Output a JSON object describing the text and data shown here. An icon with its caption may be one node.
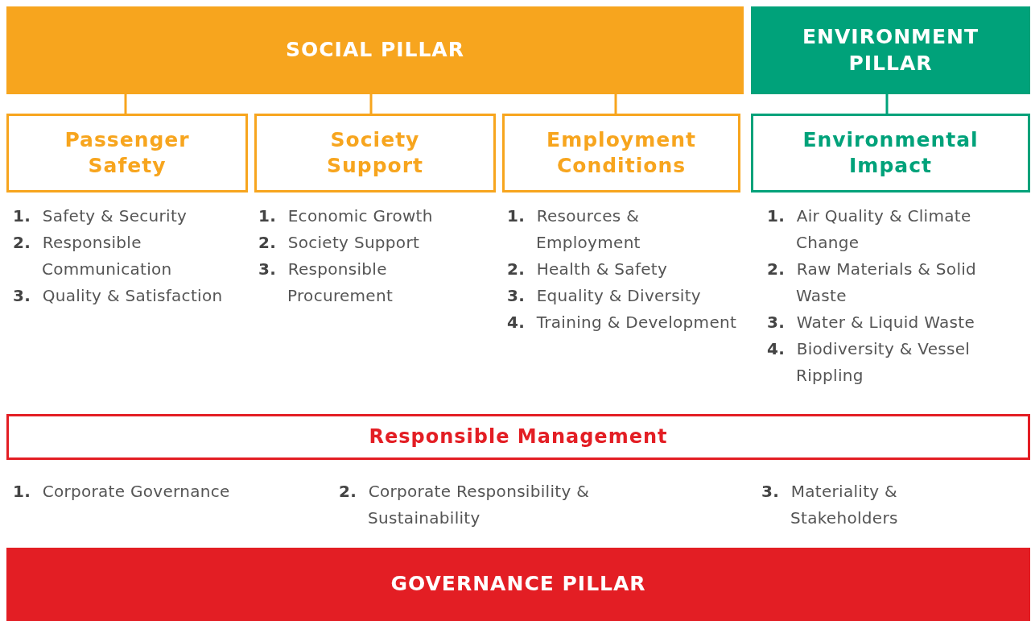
{
  "diagram": {
    "nodes": [
      {
        "text": [
          "SOCIAL PILLAR"
        ]
      },
      {
        "text": [
          "ENVIRONMENT PILLAR"
        ]
      },
      {
        "text": [
          "Passenger Safety"
        ]
      },
      {
        "text": [
          "Society Support"
        ]
      },
      {
        "text": [
          "Employment Conditions"
        ]
      },
      {
        "text": [
          "Environmental Impact"
        ]
      },
      {
        "text": [
          "Responsible Management"
        ]
      },
      {
        "text": [
          "GOVERNANCE PILLAR"
        ]
      }
    ],
    "edges": [
      {
        "from": 0,
        "to": 2,
        "arrow": "none"
      },
      {
        "from": 0,
        "to": 3,
        "arrow": "none"
      },
      {
        "from": 0,
        "to": 4,
        "arrow": "none"
      },
      {
        "from": 1,
        "to": 5,
        "arrow": "none",
        "color": "#00a27a"
      }
    ],
    "labels": [
      "**1.** Safety & Security",
      "**2.** Responsible Communication",
      "**3.** Quality & Satisfaction",
      "**1.** Economic Growth",
      "**2.** Society Support",
      "**3.** Responsible Procurement",
      "**1.** Resources & Employment",
      "**2.** Health & Safety",
      "**3.** Equality & Diversity",
      "**4.** Training & Development",
      "**1.** Air Quality & Climate Change",
      "**2.** Raw Materials & Solid Waste",
      "**3.** Water & Liquid Waste",
      "**4.** Biodiversity & Vessel Rippling",
      "**1.** Corporate Governance",
      "**2.** Corporate Responsibility & Sustainability",
      "**3.** Materiality & Stakeholders"
    ]
  }
}
